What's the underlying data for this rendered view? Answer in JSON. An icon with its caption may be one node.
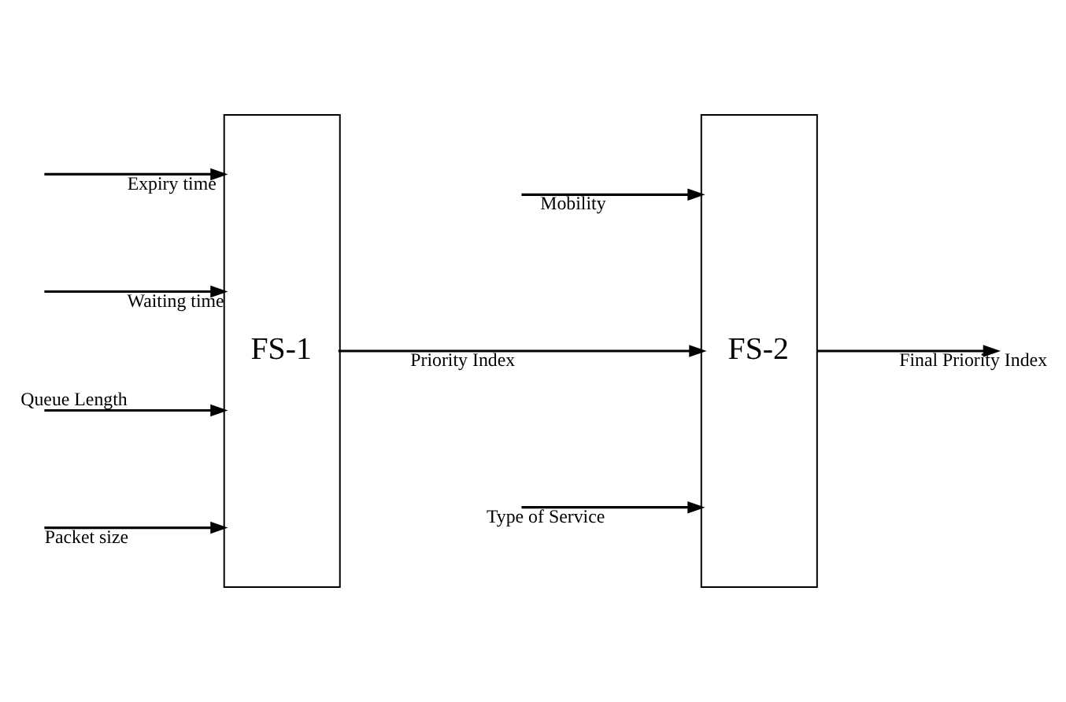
{
  "diagram": {
    "nodes": [
      {
        "text": [
          "FS-1"
        ]
      },
      {
        "text": [
          "FS-2"
        ]
      }
    ],
    "edges": [
      {
        "from": null,
        "to": 0,
        "arrow": "to",
        "label": "Expiry time"
      },
      {
        "from": null,
        "to": 0,
        "arrow": "to",
        "label": "Waiting time"
      },
      {
        "from": null,
        "to": 0,
        "arrow": "to",
        "label": "Queue Length"
      },
      {
        "from": null,
        "to": 0,
        "arrow": "to",
        "label": "Packet size"
      },
      {
        "from": null,
        "to": 1,
        "arrow": "to",
        "label": "Mobility"
      },
      {
        "from": 0,
        "to": 1,
        "arrow": "to",
        "label": "Priority Index"
      },
      {
        "from": null,
        "to": 1,
        "arrow": "to",
        "label": "Type of Service"
      },
      {
        "from": 1,
        "to": null,
        "arrow": "to",
        "label": "Final Priority Index"
      }
    ]
  }
}
